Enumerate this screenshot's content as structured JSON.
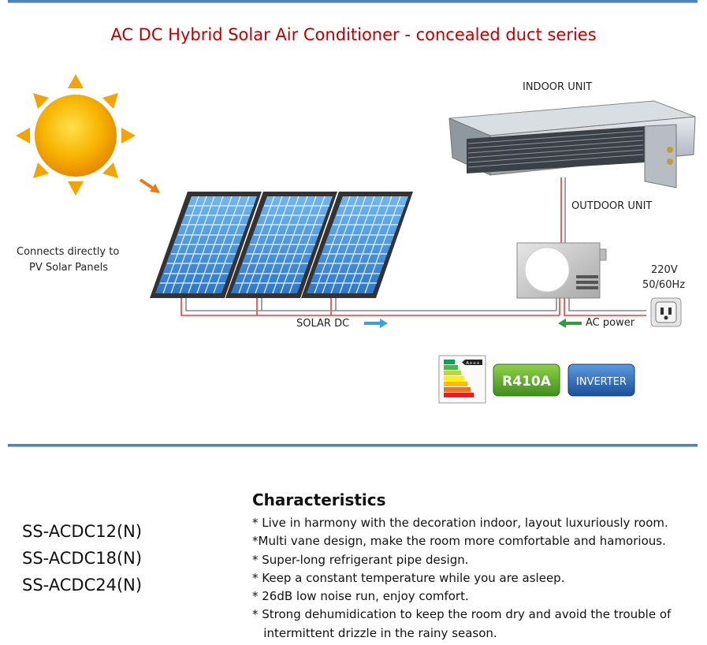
{
  "title": "AC DC Hybrid Solar Air Conditioner - concealed duct series",
  "diagram": {
    "indoor_label": "INDOOR UNIT",
    "outdoor_label": "OUTDOOR UNIT",
    "pv_note_line1": "Connects directly to",
    "pv_note_line2": "PV Solar Panels",
    "voltage": "220V",
    "frequency": "50/60Hz",
    "solar_dc_label": "SOLAR DC",
    "ac_power_label": "AC power",
    "badges": {
      "refrigerant": "R410A",
      "inverter": "INVERTER",
      "energy_top_class": "A+++"
    },
    "colors": {
      "wire": "#e04040",
      "dc_arrow": "#3aa0e0",
      "ac_arrow": "#2e9e3a",
      "sun": "#f5a300"
    }
  },
  "models": [
    "SS-ACDC12(N)",
    "SS-ACDC18(N)",
    "SS-ACDC24(N)"
  ],
  "characteristics": {
    "heading": "Characteristics",
    "items": [
      "* Live in harmony with the decoration indoor, layout luxuriously room.",
      "*Multi vane design, make the room more comfortable and hamorious.",
      "* Super-long refrigerant pipe design.",
      "* Keep a constant temperature while you are asleep.",
      "* 26dB low noise run, enjoy comfort.",
      "* Strong dehumidication to keep the room dry and avoid the trouble of",
      "   intermittent drizzle in the rainy season."
    ]
  }
}
